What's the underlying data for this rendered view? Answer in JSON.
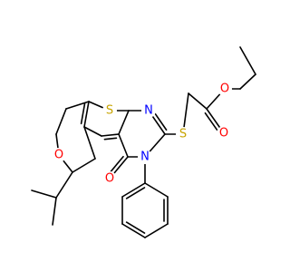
{
  "molecule": {
    "atoms": [
      {
        "id": "O_ester_ether",
        "symbol": "O",
        "color": "#ff0000"
      },
      {
        "id": "O_carbonyl_ester",
        "symbol": "O",
        "color": "#ff0000"
      },
      {
        "id": "S_thioether",
        "symbol": "S",
        "color": "#c8a400"
      },
      {
        "id": "N_imine",
        "symbol": "N",
        "color": "#0000ff"
      },
      {
        "id": "S_thiophene",
        "symbol": "S",
        "color": "#c8a400"
      },
      {
        "id": "O_pyran",
        "symbol": "O",
        "color": "#ff0000"
      },
      {
        "id": "N_amide",
        "symbol": "N",
        "color": "#0000ff"
      },
      {
        "id": "O_keto",
        "symbol": "O",
        "color": "#ff0000"
      }
    ]
  }
}
